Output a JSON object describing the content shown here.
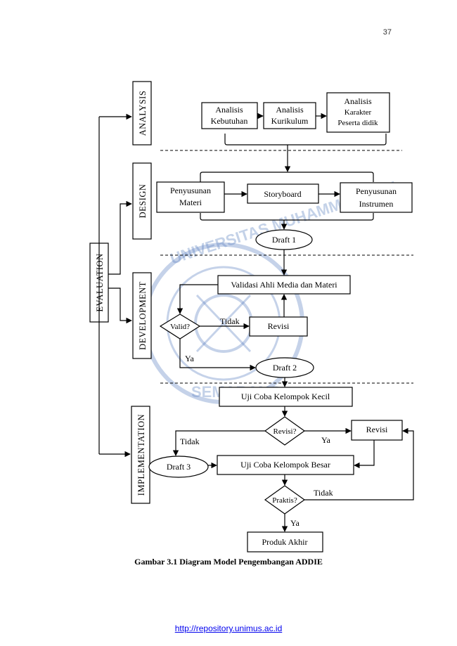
{
  "page_number": "37",
  "phases": {
    "analysis": "ANALYSIS",
    "design": "DESIGN",
    "development": "DEVELOPMENT",
    "implementation": "IMPLEMENTATION",
    "evaluation": "EVALUATION"
  },
  "nodes": {
    "analisis_kebutuhan": [
      "Analisis",
      "Kebutuhan"
    ],
    "analisis_kurikulum": [
      "Analisis",
      "Kurikulum"
    ],
    "analisis_karakter": [
      "Analisis",
      "Karakter",
      "Peserta didik"
    ],
    "penyusunan_materi": [
      "Penyusunan",
      "Materi"
    ],
    "storyboard": "Storyboard",
    "penyusunan_instrumen": [
      "Penyusunan",
      "Instrumen"
    ],
    "draft1": "Draft 1",
    "validasi": "Validasi Ahli Media dan Materi",
    "valid": "Valid?",
    "revisi1": "Revisi",
    "draft2": "Draft 2",
    "uji_kecil": "Uji Coba  Kelompok Kecil",
    "revisi_q": "Revisi?",
    "revisi2": "Revisi",
    "draft3": "Draft 3",
    "uji_besar": "Uji Coba  Kelompok Besar",
    "praktis": "Praktis?",
    "produk_akhir": "Produk Akhir"
  },
  "edge_labels": {
    "tidak1": "Tidak",
    "ya1": "Ya",
    "tidak2": "Tidak",
    "ya2": "Ya",
    "tidak3": "Tidak",
    "ya3": "Ya"
  },
  "watermark": {
    "top": "UNIVERSITAS MUHAMMADIYAH",
    "bottom": "SEMARANG"
  },
  "caption": "Gambar 3.1 Diagram Model Pengembangan ADDIE",
  "footer_link": "http://repository.unimus.ac.id"
}
